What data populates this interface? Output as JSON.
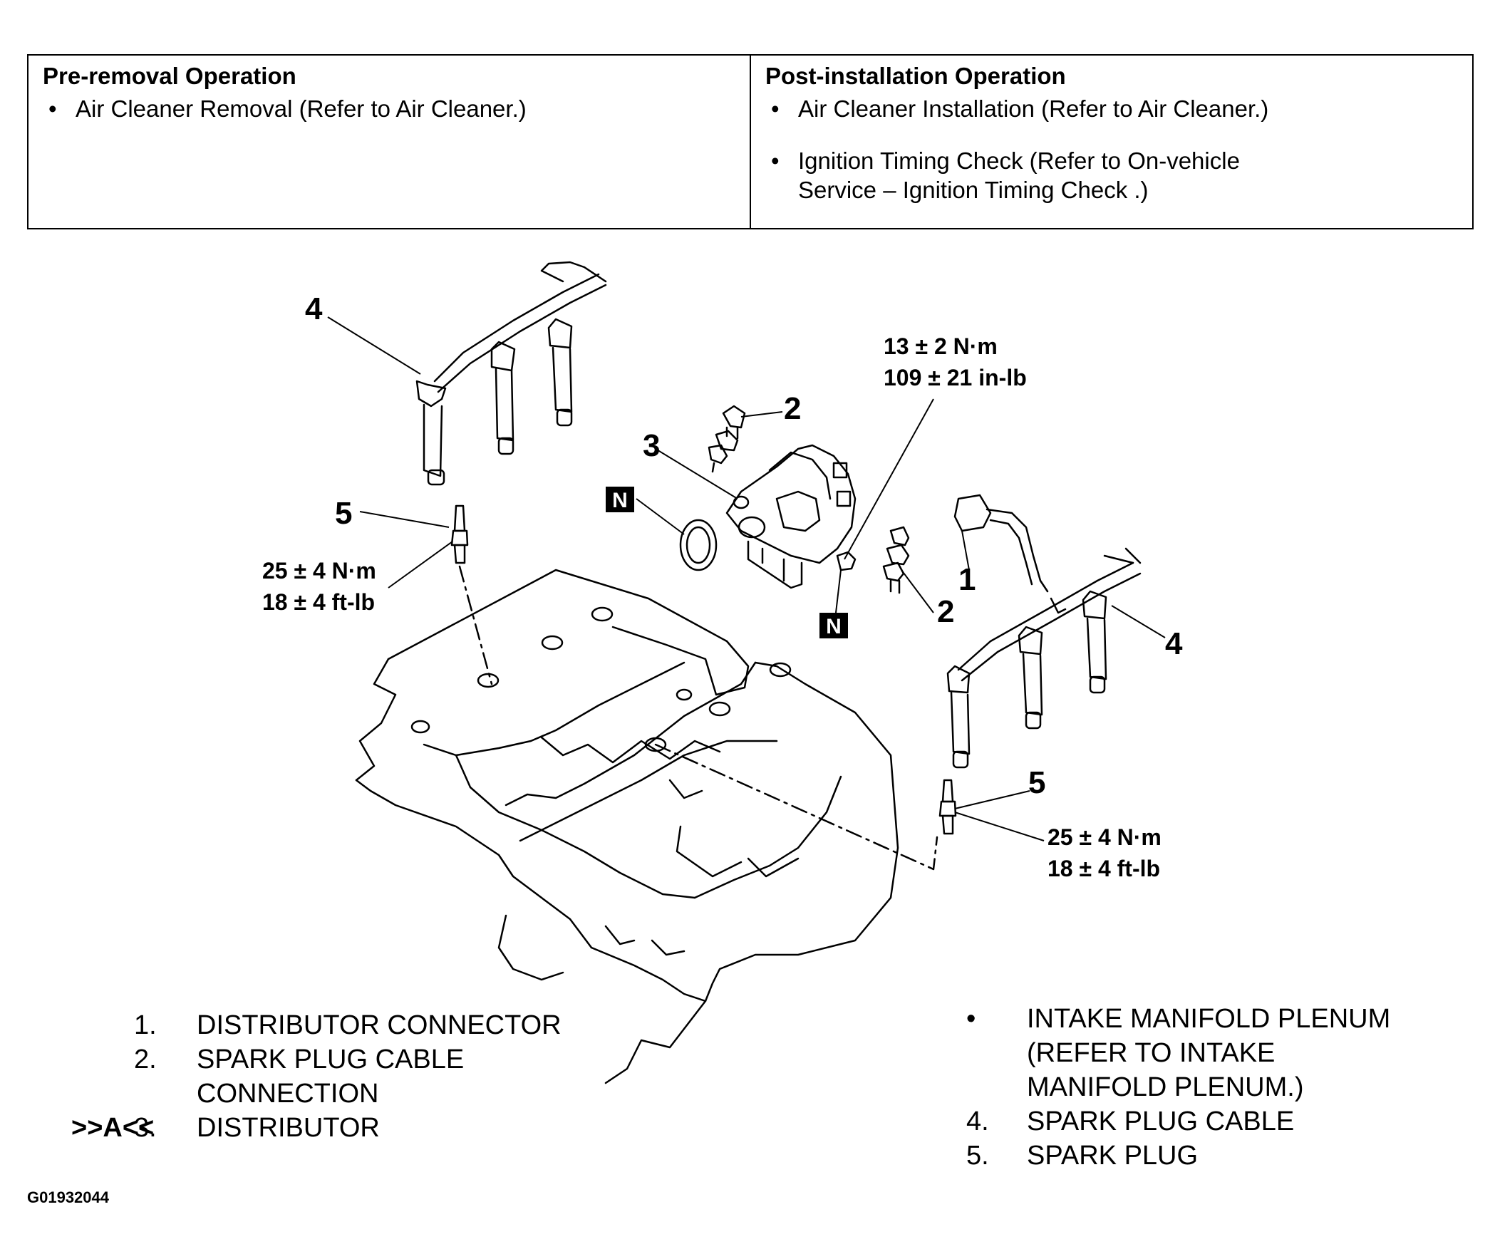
{
  "operations": {
    "pre_removal": {
      "heading": "Pre-removal Operation",
      "items": [
        "Air Cleaner Removal (Refer to Air Cleaner.)"
      ]
    },
    "post_installation": {
      "heading": "Post-installation Operation",
      "items": [
        "Air Cleaner Installation (Refer to  Air Cleaner.)",
        "Ignition Timing Check (Refer to On-vehicle",
        "Service – Ignition Timing Check .)"
      ]
    },
    "bullet": "•"
  },
  "callouts": {
    "one": "1",
    "two": "2",
    "three": "3",
    "four": "4",
    "five": "5",
    "n": "N"
  },
  "torques": {
    "distributor_nm": "13 ± 2 N·m",
    "distributor_inlb": "109 ± 21 in-lb",
    "spark_plug_nm": "25 ± 4 N·m",
    "spark_plug_ftlb": "18 ± 4 ft-lb"
  },
  "legend_left": [
    {
      "mark": "",
      "num": "1.",
      "text": "DISTRIBUTOR CONNECTOR"
    },
    {
      "mark": "",
      "num": "2.",
      "text": "SPARK PLUG CABLE"
    },
    {
      "mark": "",
      "num": "",
      "text": "CONNECTION"
    },
    {
      "mark": ">>A<<",
      "num": "3.",
      "text": "DISTRIBUTOR"
    }
  ],
  "legend_right": [
    {
      "num": "•",
      "text": "INTAKE MANIFOLD PLENUM"
    },
    {
      "num": "",
      "text": "(REFER TO INTAKE"
    },
    {
      "num": "",
      "text": "MANIFOLD PLENUM.)"
    },
    {
      "num": "4.",
      "text": "SPARK PLUG CABLE"
    },
    {
      "num": "5.",
      "text": "SPARK PLUG"
    }
  ],
  "figure_id": "G01932044"
}
